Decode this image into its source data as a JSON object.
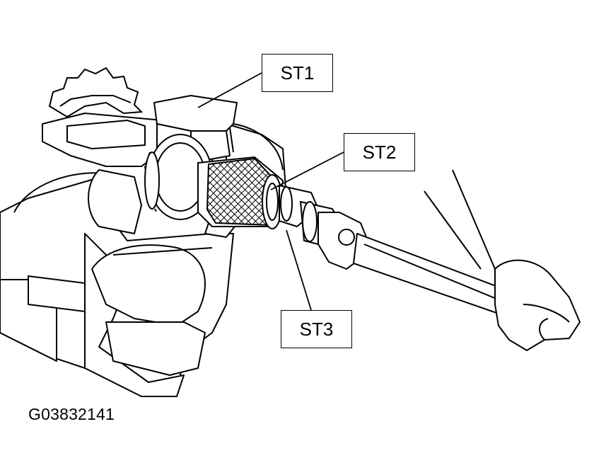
{
  "labels": {
    "st1": "ST1",
    "st2": "ST2",
    "st3": "ST3"
  },
  "figure_code": "G03832141",
  "colors": {
    "line": "#000000",
    "background": "#ffffff"
  }
}
